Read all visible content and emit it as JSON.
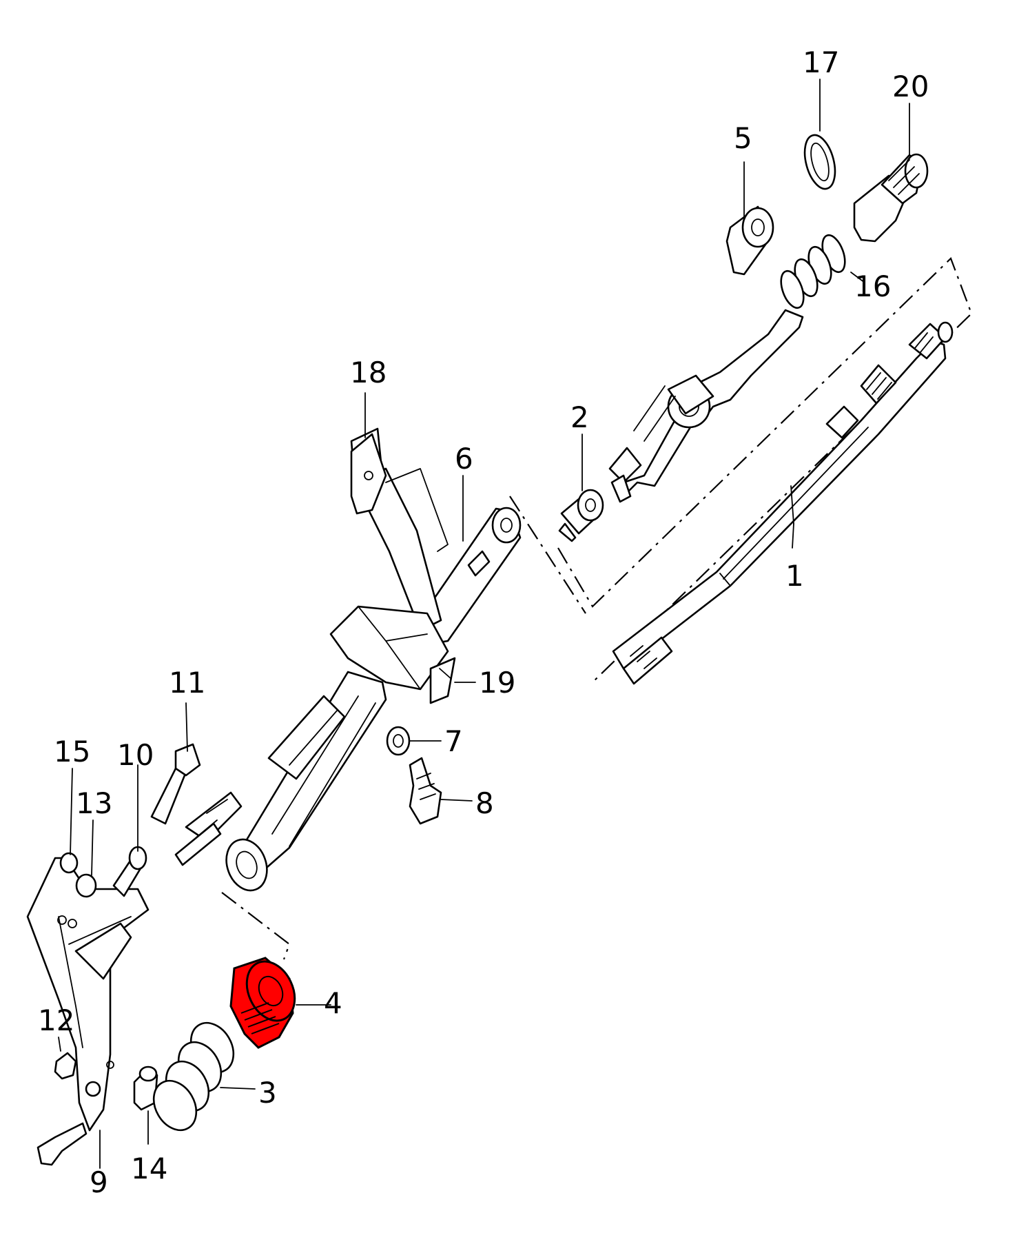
{
  "diagram": {
    "highlight_color": "#ff0000",
    "highlighted_part": "4",
    "labels": {
      "p1": "1",
      "p2": "2",
      "p3": "3",
      "p4": "4",
      "p5": "5",
      "p6": "6",
      "p7": "7",
      "p8": "8",
      "p9": "9",
      "p10": "10",
      "p11": "11",
      "p12": "12",
      "p13": "13",
      "p14": "14",
      "p15": "15",
      "p16": "16",
      "p17": "17",
      "p18": "18",
      "p19": "19",
      "p20": "20"
    }
  }
}
